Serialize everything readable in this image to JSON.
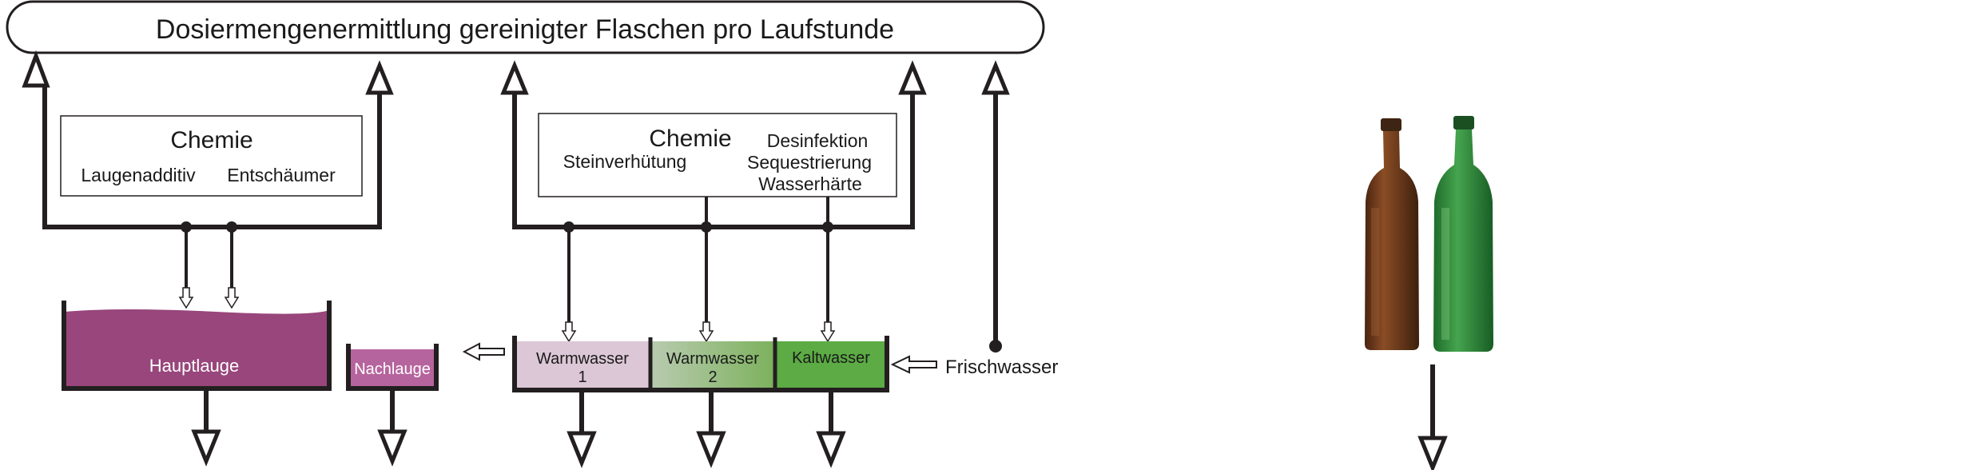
{
  "title": "Dosiermengenermittlung gereinigter Flaschen pro Laufstunde",
  "chem_left": {
    "heading": "Chemie",
    "items": [
      "Laugenadditiv",
      "Entschäumer"
    ]
  },
  "chem_right": {
    "heading": "Chemie",
    "left_item": "Steinverhütung",
    "right_items": [
      "Desinfektion",
      "Sequestrierung",
      "Wasserhärte"
    ]
  },
  "tanks": {
    "hauptlauge": "Hauptlauge",
    "nachlauge": "Nachlauge",
    "warmwasser1": [
      "Warmwasser",
      "1"
    ],
    "warmwasser2": [
      "Warmwasser",
      "2"
    ],
    "kaltwasser": "Kaltwasser"
  },
  "frischwasser": "Frischwasser",
  "colors": {
    "line": "#231f20",
    "hauptlauge": "#98467b",
    "nachlauge": "#b6649d",
    "warmwasser1": "#dcc7d6",
    "warmwasser2_from": "#b9cbb0",
    "warmwasser2_to": "#7cb15c",
    "kaltwasser": "#5cab44",
    "bottle_brown": "#6b3a1c",
    "bottle_green": "#2f8a3a"
  }
}
